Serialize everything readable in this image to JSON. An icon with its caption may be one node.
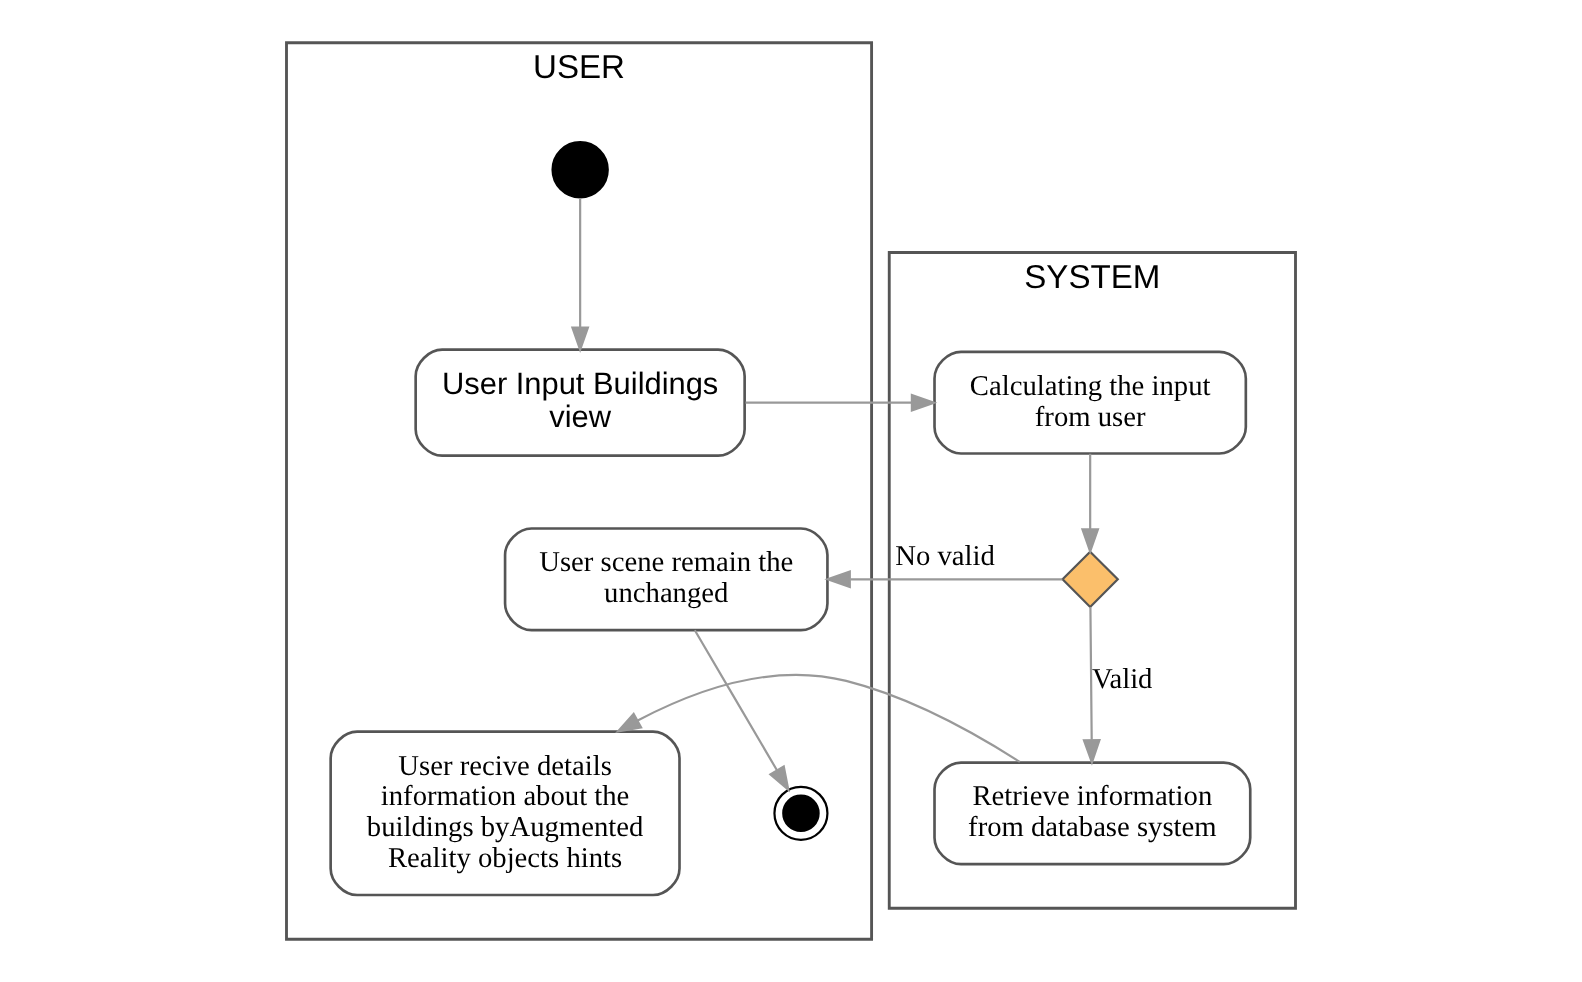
{
  "diagram": {
    "nodes": [
      {
        "text": [
          "USER"
        ]
      },
      {
        "text": [
          "SYSTEM"
        ]
      },
      {
        "text": [],
        "shape": "circle",
        "in": 0
      },
      {
        "text": [
          "User Input Buildings view"
        ],
        "in": 0
      },
      {
        "text": [
          "Calculating the input from user"
        ],
        "in": 1
      },
      {
        "text": [],
        "shape": "diamond",
        "in": 1
      },
      {
        "text": [
          "User scene remain the unchanged"
        ],
        "in": 0
      },
      {
        "text": [],
        "shape": "bullseye",
        "in": 0
      },
      {
        "text": [
          "Retrieve information from database system"
        ],
        "in": 1
      },
      {
        "text": [
          "User recive details information about the buildings byAugmented Reality objects hints"
        ],
        "in": 0
      }
    ],
    "edges": [
      {
        "from": 2,
        "to": 3,
        "arrow": "to"
      },
      {
        "from": 3,
        "to": 4,
        "arrow": "to"
      },
      {
        "from": 4,
        "to": 5,
        "arrow": "to"
      },
      {
        "from": 5,
        "to": 6,
        "arrow": "to",
        "label": "No valid"
      },
      {
        "from": 6,
        "to": 7,
        "arrow": "to"
      },
      {
        "from": 5,
        "to": 8,
        "arrow": "to",
        "label": "Valid"
      },
      {
        "from": 8,
        "to": 9,
        "arrow": "to"
      }
    ]
  }
}
